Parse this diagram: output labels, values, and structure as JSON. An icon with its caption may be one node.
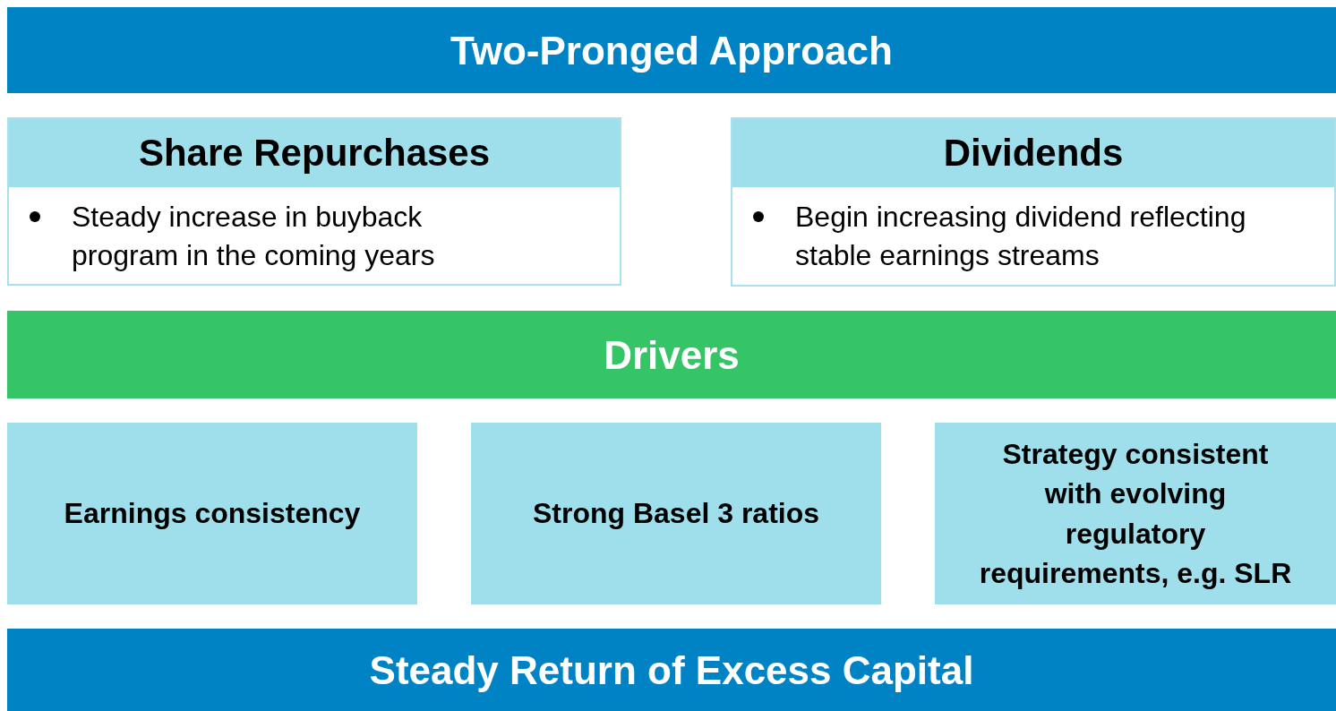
{
  "diagram": {
    "nodes": [
      {
        "text": [
          "Two-Pronged Approach"
        ]
      },
      {
        "text": [
          "Share Repurchases",
          "Steady increase in buyback program in the coming years"
        ]
      },
      {
        "text": [
          "Dividends",
          "Begin increasing dividend reflecting stable earnings streams"
        ]
      },
      {
        "text": [
          "Drivers"
        ]
      },
      {
        "text": [
          "Earnings consistency"
        ]
      },
      {
        "text": [
          "Strong Basel 3 ratios"
        ]
      },
      {
        "text": [
          "Strategy consistent with evolving regulatory requirements, e.g. SLR"
        ]
      },
      {
        "text": [
          "Steady Return of Excess Capital"
        ]
      }
    ]
  }
}
